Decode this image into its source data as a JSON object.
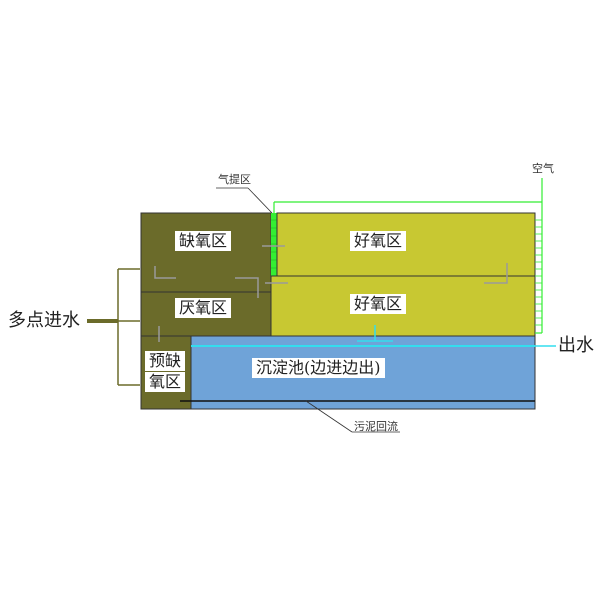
{
  "diagram": {
    "inlet_label": "多点进水",
    "outlet_label": "出水",
    "air_label": "空气",
    "airlift_label": "气提区",
    "sludge_return_label": "污泥回流",
    "zones": {
      "anoxic": "缺氧区",
      "anaerobic": "厌氧区",
      "pre_anoxic_line1": "预缺",
      "pre_anoxic_line2": "氧区",
      "aerobic_1": "好氧区",
      "aerobic_2": "好氧区",
      "clarifier": "沉淀池(边进边出)"
    },
    "colors": {
      "anoxic_zone": "#6b6b2a",
      "aerobic_zone": "#c8c832",
      "clarifier": "#6fa3d8",
      "air_line": "#33ee33",
      "water_line": "#33ddee",
      "flow_arrow": "#9a9a9a"
    }
  }
}
